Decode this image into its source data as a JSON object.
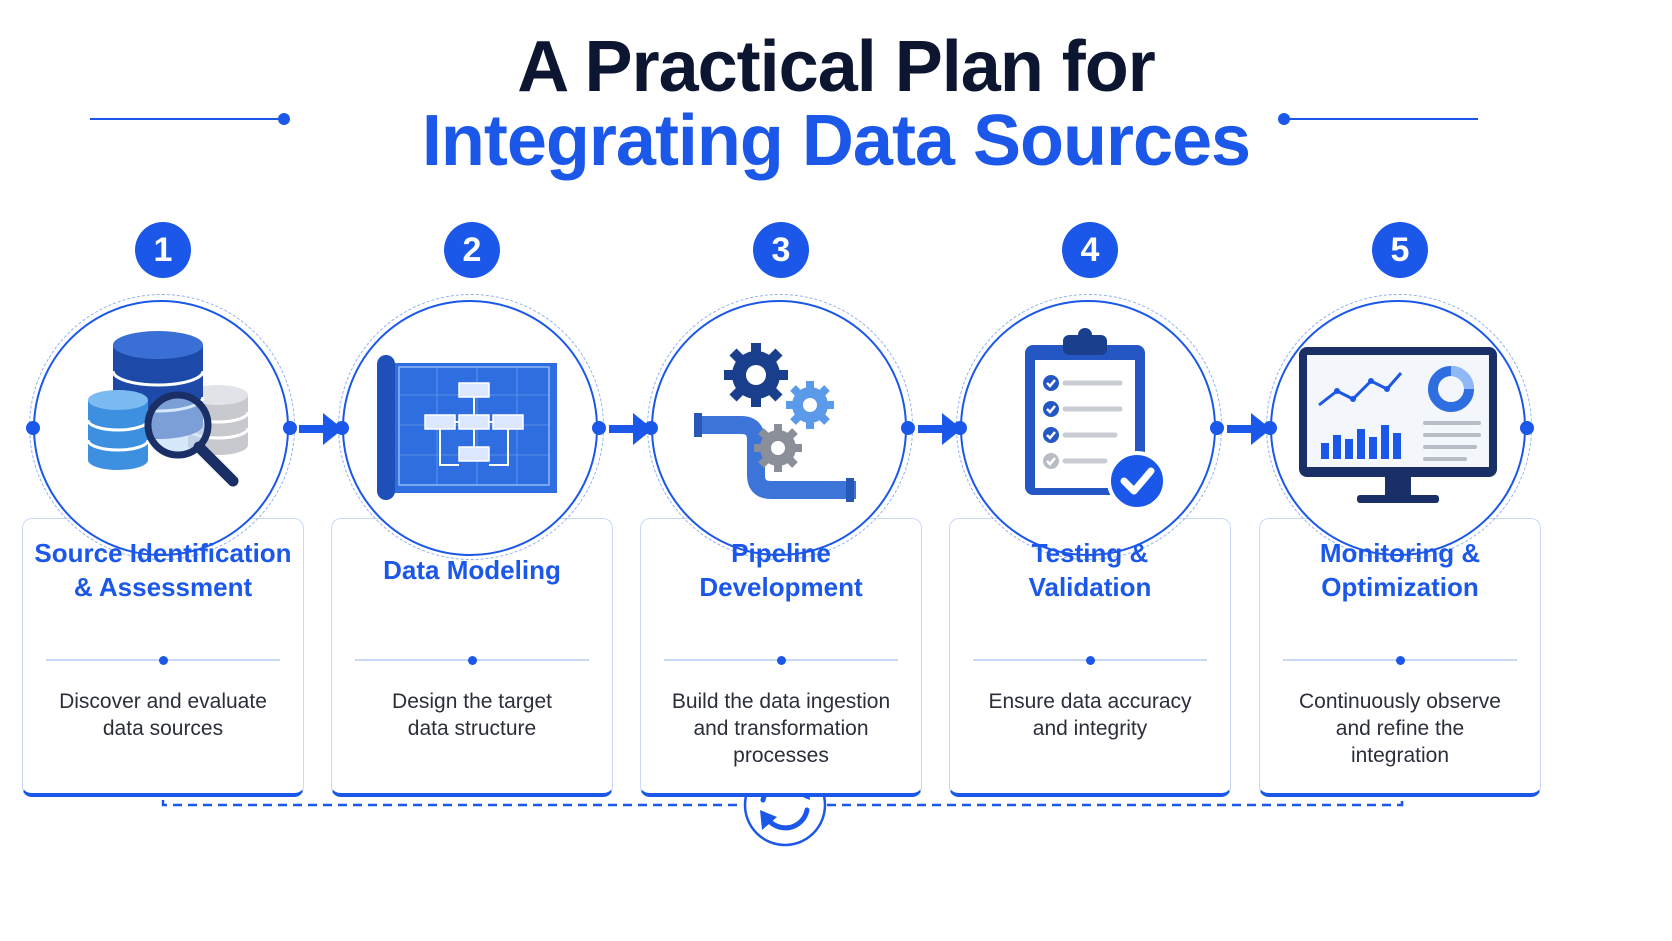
{
  "title": {
    "line1": "A Practical Plan for",
    "line2": "Integrating Data Sources"
  },
  "colors": {
    "accent": "#1b57e8",
    "heading": "#0c1630",
    "text": "#2b2f3a",
    "border": "#c9d8f5"
  },
  "steps": [
    {
      "number": "1",
      "icon": "database-magnifier-icon",
      "title_lines": [
        "Source Identification",
        "& Assessment"
      ],
      "desc_lines": [
        "Discover and evaluate",
        "data sources"
      ]
    },
    {
      "number": "2",
      "icon": "blueprint-icon",
      "title_lines": [
        "Data Modeling"
      ],
      "desc_lines": [
        "Design the target",
        "data structure"
      ]
    },
    {
      "number": "3",
      "icon": "gears-pipeline-icon",
      "title_lines": [
        "Pipeline",
        "Development"
      ],
      "desc_lines": [
        "Build the data ingestion",
        "and transformation",
        "processes"
      ]
    },
    {
      "number": "4",
      "icon": "clipboard-checklist-icon",
      "title_lines": [
        "Testing &",
        "Validation"
      ],
      "desc_lines": [
        "Ensure data accuracy",
        "and integrity"
      ]
    },
    {
      "number": "5",
      "icon": "monitor-dashboard-icon",
      "title_lines": [
        "Monitoring &",
        "Optimization"
      ],
      "desc_lines": [
        "Continuously observe",
        "and refine the",
        "integration"
      ]
    }
  ],
  "feedback_loop": {
    "icon": "refresh-cycle-icon"
  }
}
